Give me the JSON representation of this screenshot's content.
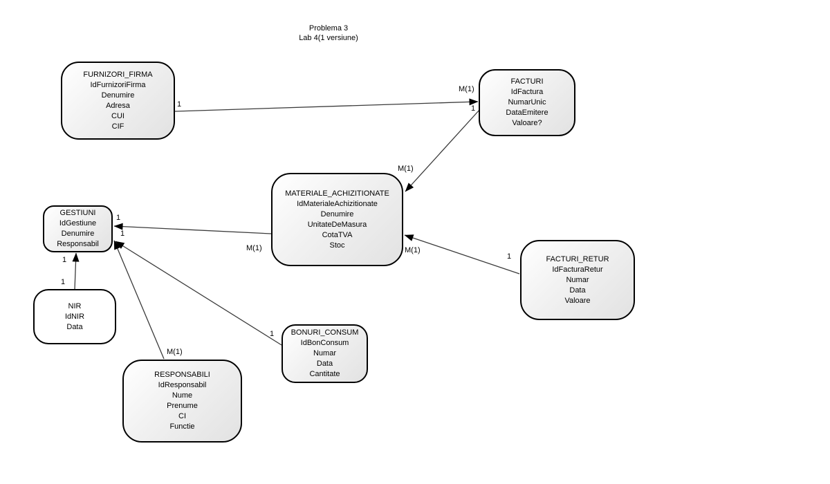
{
  "title": {
    "line1": "Problema 3",
    "line2": "Lab 4(1 versiune)"
  },
  "entities": [
    {
      "id": "furnizori-firma",
      "name": "FURNIZORI_FIRMA",
      "attributes": [
        "IdFurnizoriFirma",
        "Denumire",
        "Adresa",
        "CUI",
        "CIF"
      ]
    },
    {
      "id": "facturi",
      "name": "FACTURI",
      "attributes": [
        "IdFactura",
        "NumarUnic",
        "DataEmitere",
        "Valoare?"
      ]
    },
    {
      "id": "materiale-achizitionate",
      "name": "MATERIALE_ACHIZITIONATE",
      "attributes": [
        "IdMaterialeAchizitionate",
        "Denumire",
        "UnitateDeMasura",
        "CotaTVA",
        "Stoc"
      ]
    },
    {
      "id": "gestiuni",
      "name": "GESTIUNI",
      "attributes": [
        "IdGestiune",
        "Denumire",
        "Responsabil"
      ]
    },
    {
      "id": "nir",
      "name": "NIR",
      "attributes": [
        "IdNIR",
        "Data"
      ]
    },
    {
      "id": "responsabili",
      "name": "RESPONSABILI",
      "attributes": [
        "IdResponsabil",
        "Nume",
        "Prenume",
        "CI",
        "Functie"
      ]
    },
    {
      "id": "bonuri-consum",
      "name": "BONURI_CONSUM",
      "attributes": [
        "IdBonConsum",
        "Numar",
        "Data",
        "Cantitate"
      ]
    },
    {
      "id": "facturi-retur",
      "name": "FACTURI_RETUR",
      "attributes": [
        "IdFacturaRetur",
        "Numar",
        "Data",
        "Valoare"
      ]
    }
  ],
  "relationships": [
    {
      "from": "FURNIZORI_FIRMA",
      "to": "FACTURI",
      "from_card": "1",
      "to_card": "M(1)"
    },
    {
      "from": "FACTURI",
      "to": "MATERIALE_ACHIZITIONATE",
      "from_card": "1",
      "to_card": "M(1)"
    },
    {
      "from": "MATERIALE_ACHIZITIONATE",
      "to": "GESTIUNI",
      "from_card": "M(1)",
      "to_card": "1"
    },
    {
      "from": "FACTURI_RETUR",
      "to": "MATERIALE_ACHIZITIONATE",
      "from_card": "1",
      "to_card": "M(1)"
    },
    {
      "from": "NIR",
      "to": "GESTIUNI",
      "from_card": "1",
      "to_card": "1"
    },
    {
      "from": "RESPONSABILI",
      "to": "GESTIUNI",
      "from_card": "M(1)",
      "to_card": "1"
    },
    {
      "from": "BONURI_CONSUM",
      "to": "GESTIUNI",
      "from_card": "1"
    }
  ],
  "colors": {
    "background": "#ffffff",
    "node_border": "#000000",
    "node_fill_light": "#ffffff",
    "node_fill_dark": "#e2e2e2",
    "edge": "#3a3a3a",
    "text": "#000000"
  }
}
